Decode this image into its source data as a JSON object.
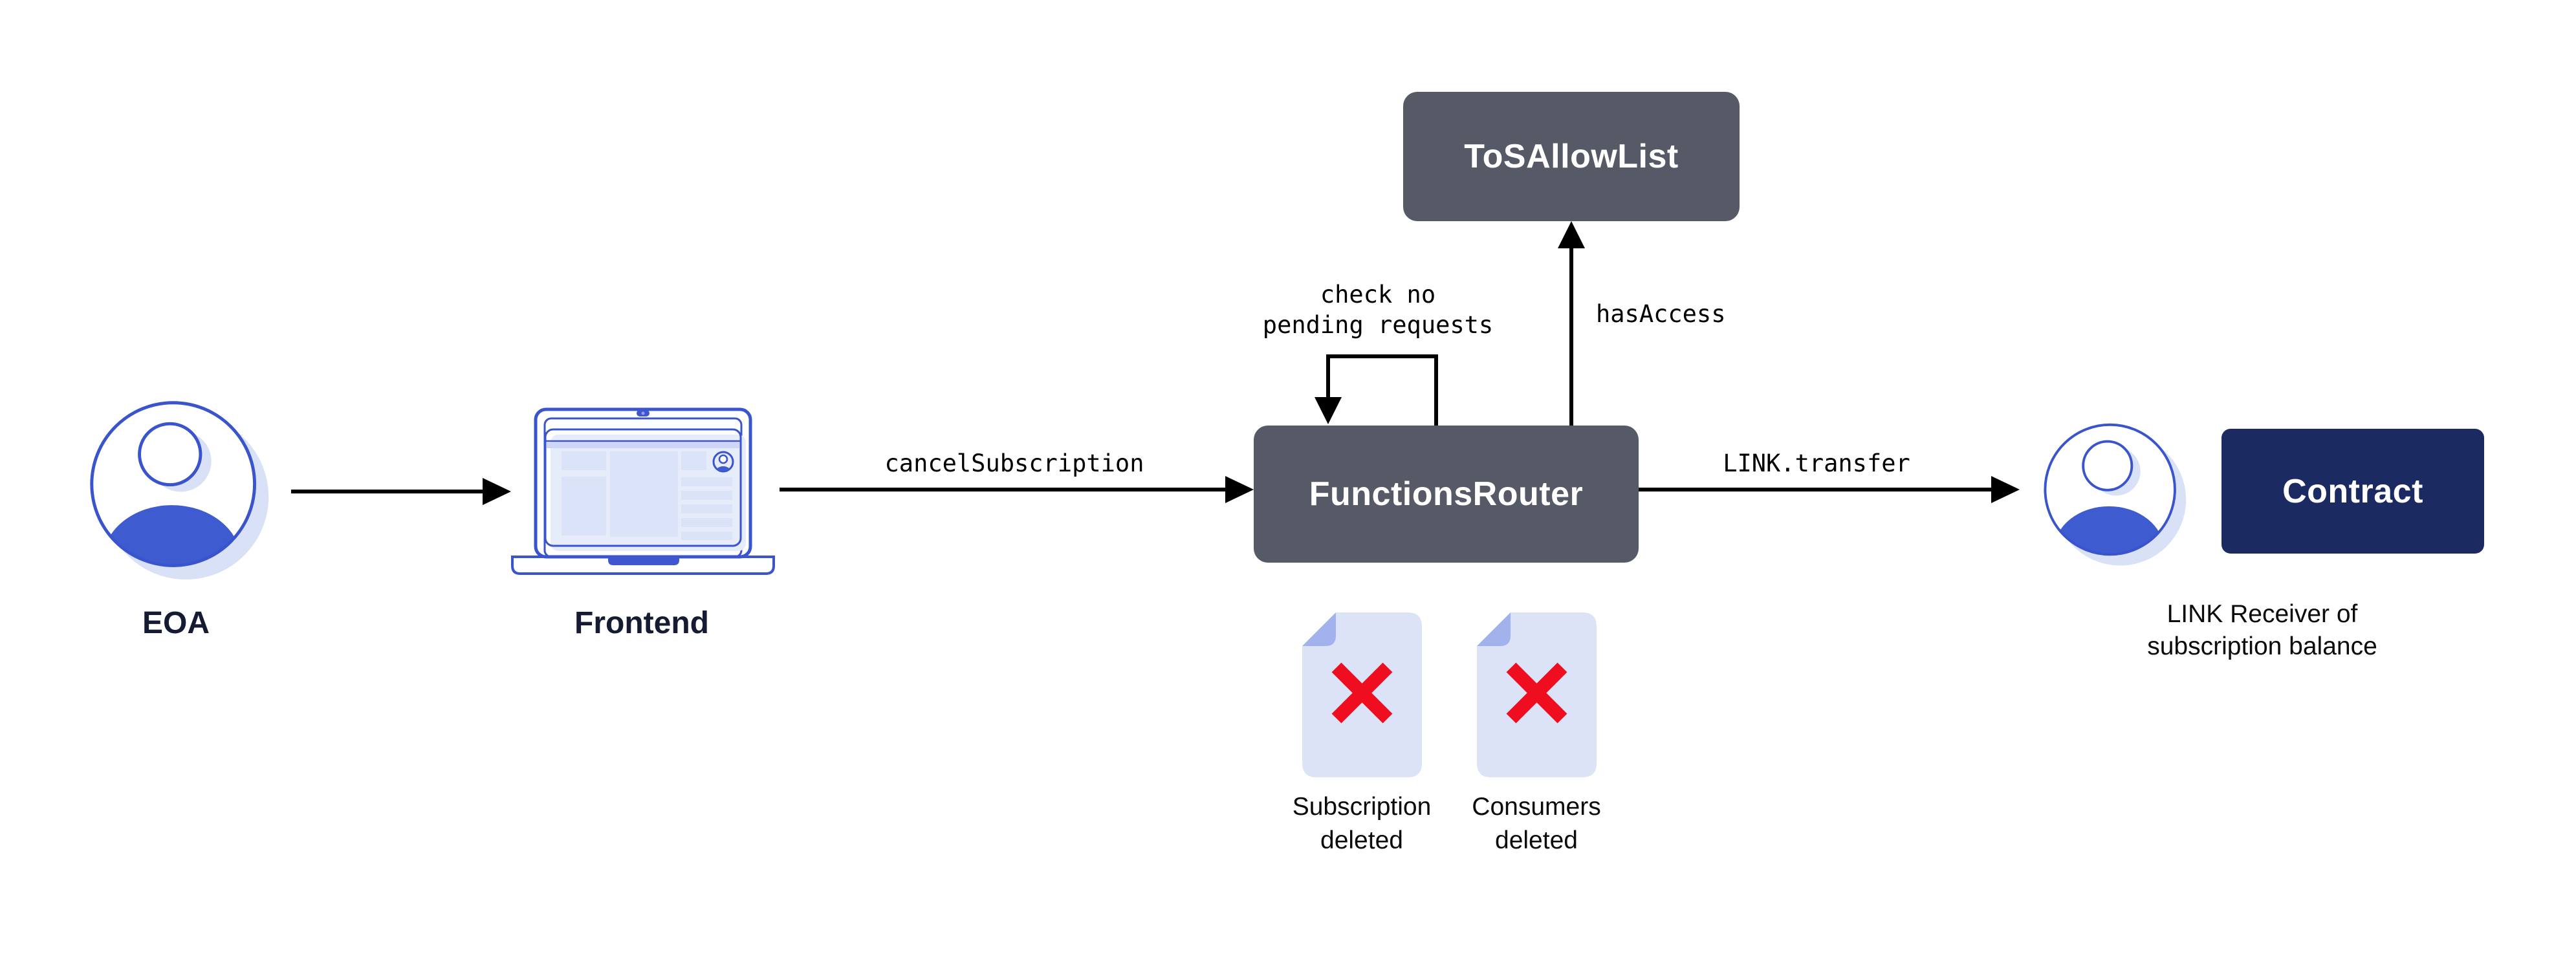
{
  "diagram": {
    "nodes": {
      "eoa": {
        "label": "EOA"
      },
      "frontend": {
        "label": "Frontend"
      },
      "functions_router": {
        "label": "FunctionsRouter"
      },
      "tos_allow_list": {
        "label": "ToSAllowList"
      },
      "contract": {
        "label": "Contract"
      },
      "link_receiver": {
        "line1": "LINK Receiver of",
        "line2": "subscription balance"
      }
    },
    "edges": {
      "cancel_subscription": {
        "label": "cancelSubscription"
      },
      "check_pending": {
        "line1": "check no",
        "line2": "pending requests"
      },
      "has_access": {
        "label": "hasAccess"
      },
      "link_transfer": {
        "label": "LINK.transfer"
      }
    },
    "statuses": {
      "subscription_deleted": {
        "line1": "Subscription",
        "line2": "deleted"
      },
      "consumers_deleted": {
        "line1": "Consumers",
        "line2": "deleted"
      }
    },
    "colors": {
      "box_gray": "#565A66",
      "box_navy": "#1C2A62",
      "label_navy": "#141B33",
      "edge_black": "#000000",
      "avatar_blue": "#3E5BD0",
      "avatar_stroke": "#3A54CE",
      "soft_shadow_blue": "#D9E1F7",
      "document_fill": "#DCE3F7",
      "document_fold": "#A2B2EC",
      "delete_x_red": "#EF0E1F"
    }
  }
}
